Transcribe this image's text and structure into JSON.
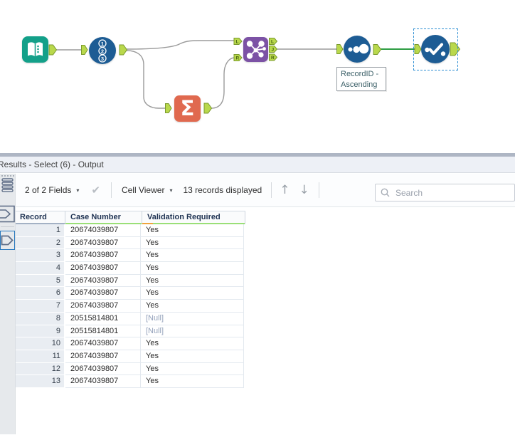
{
  "canvas": {
    "record_id_digits": [
      "1",
      "2",
      "3"
    ],
    "summarize_glyph": "Σ",
    "join": {
      "input_letters": [
        "L",
        "R"
      ],
      "output_letters": [
        "L",
        "J",
        "R"
      ]
    },
    "sort_annotation_line1": "RecordID -",
    "sort_annotation_line2": "Ascending"
  },
  "results_panel": {
    "title": "Results - Select (6) - Output",
    "toolbar": {
      "fields_summary": "2 of 2 Fields",
      "caret": "▾",
      "apply_check": "✔",
      "cell_viewer_label": "Cell Viewer",
      "records_displayed": "13 records displayed",
      "up_arrow": "↑",
      "down_arrow": "↓",
      "search_placeholder": "Search"
    },
    "table": {
      "columns": [
        "Record",
        "Case Number",
        "Validation Required"
      ],
      "rows": [
        {
          "record": "1",
          "case_number": "20674039807",
          "validation_required": "Yes"
        },
        {
          "record": "2",
          "case_number": "20674039807",
          "validation_required": "Yes"
        },
        {
          "record": "3",
          "case_number": "20674039807",
          "validation_required": "Yes"
        },
        {
          "record": "4",
          "case_number": "20674039807",
          "validation_required": "Yes"
        },
        {
          "record": "5",
          "case_number": "20674039807",
          "validation_required": "Yes"
        },
        {
          "record": "6",
          "case_number": "20674039807",
          "validation_required": "Yes"
        },
        {
          "record": "7",
          "case_number": "20674039807",
          "validation_required": "Yes"
        },
        {
          "record": "8",
          "case_number": "20515814801",
          "validation_required": "[Null]"
        },
        {
          "record": "9",
          "case_number": "20515814801",
          "validation_required": "[Null]"
        },
        {
          "record": "10",
          "case_number": "20674039807",
          "validation_required": "Yes"
        },
        {
          "record": "11",
          "case_number": "20674039807",
          "validation_required": "Yes"
        },
        {
          "record": "12",
          "case_number": "20674039807",
          "validation_required": "Yes"
        },
        {
          "record": "13",
          "case_number": "20674039807",
          "validation_required": "Yes"
        }
      ]
    }
  },
  "colors": {
    "input_tool_teal": "#13a089",
    "blue_tool": "#1d5c94",
    "summarize_orange": "#e0694f",
    "join_purple": "#7c52a5",
    "anchor_fill": "#b9d84c",
    "anchor_stroke": "#7a9a2e",
    "wire_gray": "#9b9b9b",
    "wire_green": "#2f9e44",
    "selection_blue": "#2e8fd4",
    "header_underline_green": "#9adf77",
    "header_underline_orange": "#f0a43c"
  }
}
